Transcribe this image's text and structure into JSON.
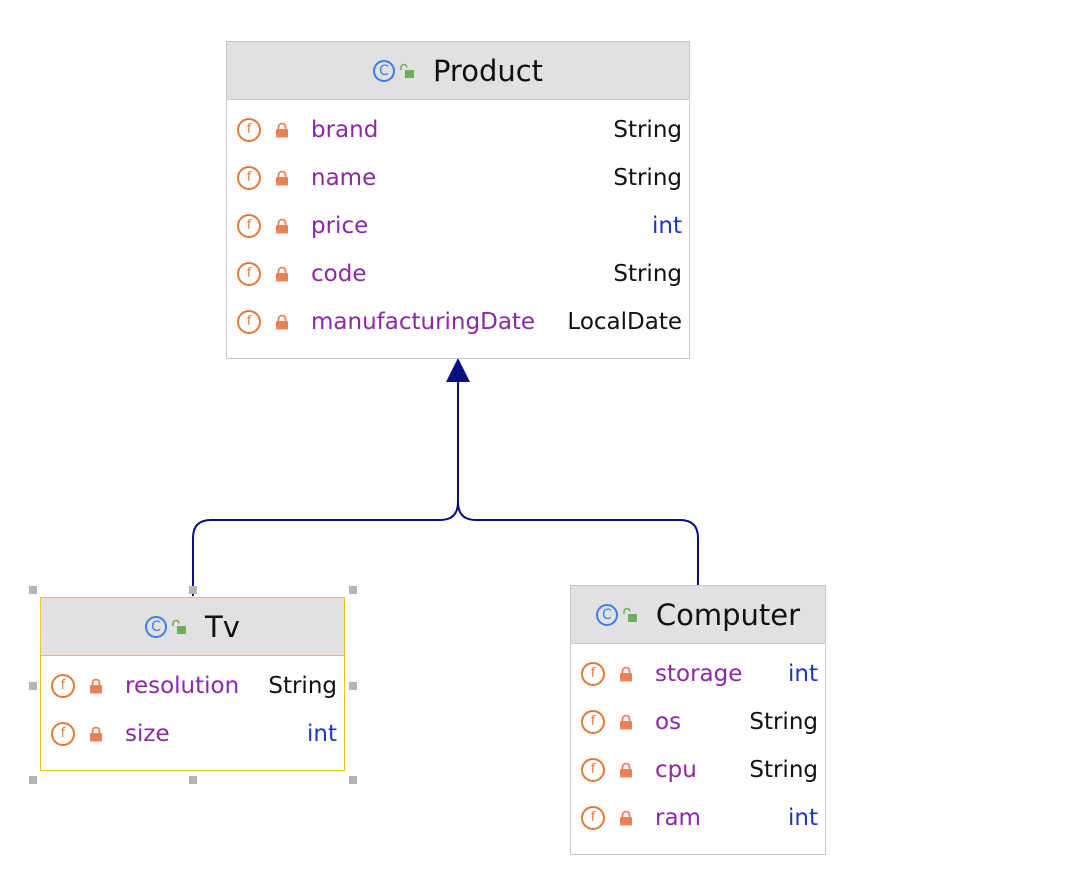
{
  "colors": {
    "edge": "#0a0f80",
    "class_icon": "#3d7fe6",
    "field_icon": "#e07a38",
    "field_name": "#8a2aa0",
    "primitive_type": "#1b3ab3",
    "selection": "#f0c419"
  },
  "icons": {
    "class": "c-class-icon",
    "visibility_public": "unlocked-padlock-icon",
    "field": "f-field-icon",
    "visibility_private": "padlock-icon"
  },
  "glyphs": {
    "class": "C",
    "field": "f"
  },
  "classes": {
    "product": {
      "name": "Product",
      "fields": [
        {
          "name": "brand",
          "type": "String"
        },
        {
          "name": "name",
          "type": "String"
        },
        {
          "name": "price",
          "type": "int"
        },
        {
          "name": "code",
          "type": "String"
        },
        {
          "name": "manufacturingDate",
          "type": "LocalDate"
        }
      ]
    },
    "tv": {
      "name": "Tv",
      "selected": true,
      "fields": [
        {
          "name": "resolution",
          "type": "String"
        },
        {
          "name": "size",
          "type": "int"
        }
      ]
    },
    "computer": {
      "name": "Computer",
      "fields": [
        {
          "name": "storage",
          "type": "int"
        },
        {
          "name": "os",
          "type": "String"
        },
        {
          "name": "cpu",
          "type": "String"
        },
        {
          "name": "ram",
          "type": "int"
        }
      ]
    }
  },
  "relations": [
    {
      "type": "inheritance",
      "from": "Tv",
      "to": "Product"
    },
    {
      "type": "inheritance",
      "from": "Computer",
      "to": "Product"
    }
  ]
}
